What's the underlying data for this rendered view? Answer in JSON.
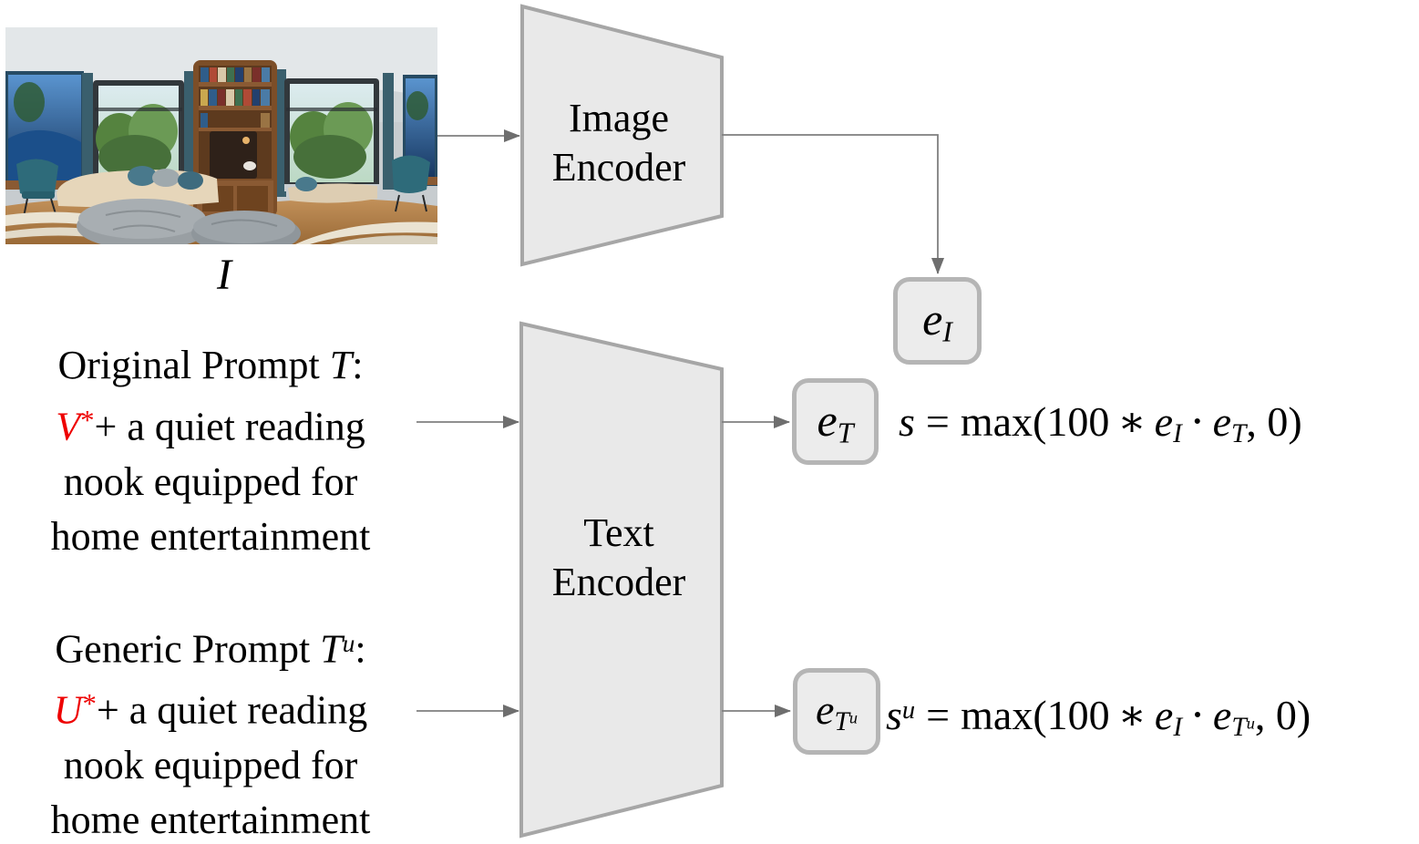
{
  "panorama": {
    "label": "I"
  },
  "encoders": {
    "image": {
      "line1": "Image",
      "line2": "Encoder"
    },
    "text": {
      "line1": "Text",
      "line2": "Encoder"
    }
  },
  "embeddings": {
    "image": {
      "symbol": "e",
      "sub": "I"
    },
    "text": {
      "symbol": "e",
      "sub": "T"
    },
    "generic": {
      "symbol": "e",
      "sub_base": "T",
      "sub_sup": "u"
    }
  },
  "prompts": {
    "original": {
      "heading_prefix": "Original Prompt ",
      "heading_var": "T",
      "heading_colon": ":",
      "token": "V",
      "token_star": "*",
      "token_rest": "+ a quiet reading",
      "line3": "nook equipped for",
      "line4": "home entertainment"
    },
    "generic": {
      "heading_prefix": "Generic Prompt ",
      "heading_var": "T",
      "heading_var_sup": "u",
      "heading_colon": ":",
      "token": "U",
      "token_star": "*",
      "token_rest": "+ a quiet reading",
      "line3": "nook equipped for",
      "line4": "home entertainment"
    }
  },
  "formulas": {
    "s": {
      "lhs": "s",
      "equals": "=",
      "open": "max(100",
      "star": "∗",
      "e_img": "e",
      "e_img_sub": "I",
      "dot": "⋅",
      "e_txt": "e",
      "e_txt_sub": "T",
      "close": ", 0)"
    },
    "su": {
      "lhs": "s",
      "lhs_sup": "u",
      "equals": "=",
      "open": "max(100",
      "star": "∗",
      "e_img": "e",
      "e_img_sub": "I",
      "dot": "⋅",
      "e_txt": "e",
      "e_txt_sub": "T",
      "e_txt_sub_sup": "u",
      "close": ", 0)"
    }
  },
  "colors": {
    "token_red": "#ee0000",
    "shape_fill": "#e9e9e9",
    "shape_stroke": "#a6a6a6",
    "box_fill": "#ececec",
    "box_stroke": "#b5b5b5",
    "arrow_line": "#7f7f7f",
    "arrow_head": "#6e6e6e"
  }
}
